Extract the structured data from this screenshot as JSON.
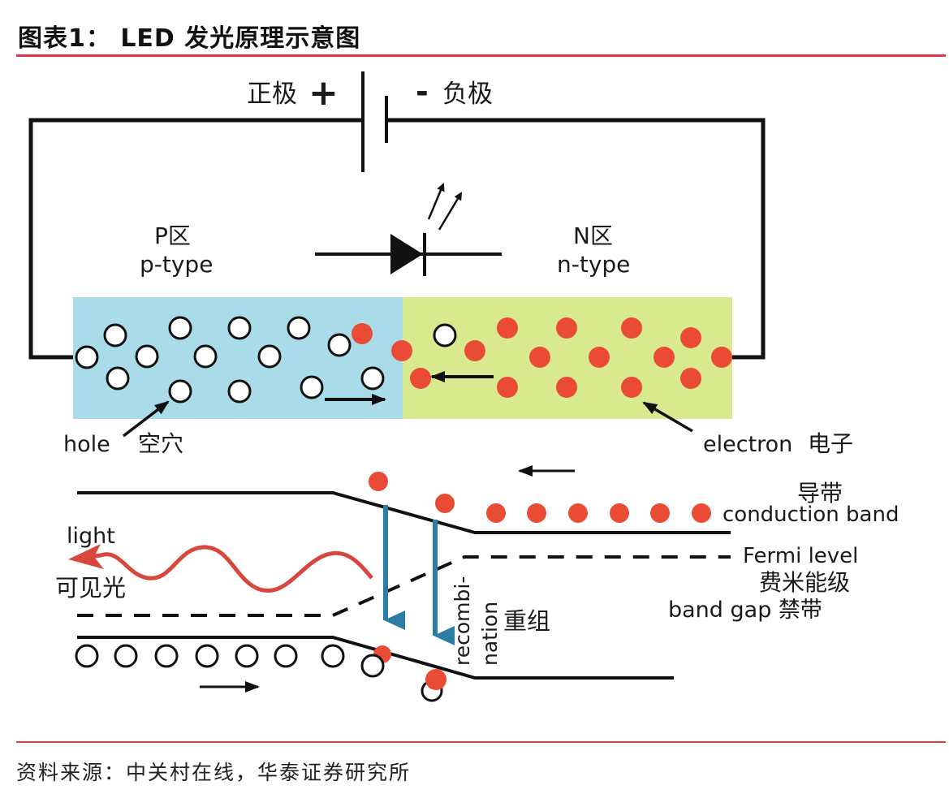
{
  "title": "图表1：  LED 发光原理示意图",
  "source": "资料来源：中关村在线，华泰证券研究所",
  "colors": {
    "rule": "#e2374a",
    "p_region": "#a9dbe8",
    "n_region": "#d9ea8e",
    "electron": "#e94b35",
    "hole_fill": "#ffffff",
    "recombination_arrow": "#2b7ea3",
    "light_wave": "#d9463e"
  },
  "battery": {
    "positive_label": "正极",
    "positive_symbol": "+",
    "negative_symbol": "-",
    "negative_label": "负极"
  },
  "regions": {
    "p": {
      "label_cn": "P区",
      "label_en": "p-type"
    },
    "n": {
      "label_cn": "N区",
      "label_en": "n-type"
    }
  },
  "annotations": {
    "hole_en": "hole",
    "hole_cn": "空穴",
    "electron_en": "electron",
    "electron_cn": "电子"
  },
  "band_diagram": {
    "conduction_band_cn": "导带",
    "conduction_band_en": "conduction band",
    "fermi_en": "Fermi level",
    "fermi_cn": "费米能级",
    "band_gap": "band gap 禁带",
    "light_en": "light",
    "light_cn": "可见光",
    "recombination_line1": "recombi-",
    "recombination_line2": "nation",
    "recombination_cn": "重组"
  }
}
